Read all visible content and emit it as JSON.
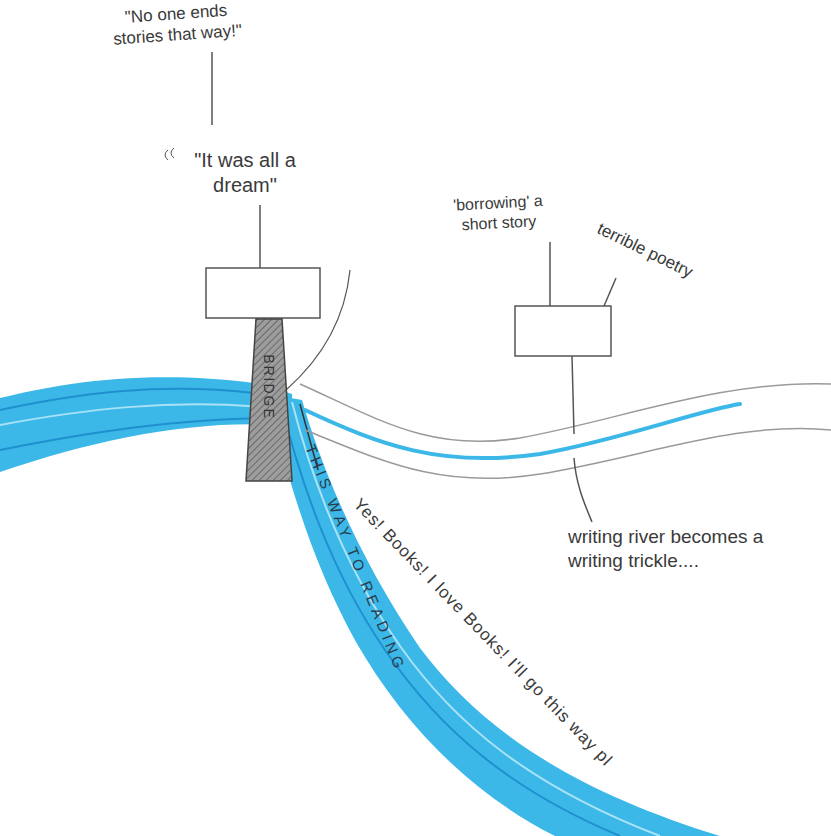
{
  "diagram": {
    "nodes": [
      {
        "text": [
          "BRIDGE"
        ]
      }
    ],
    "labels": [
      "\"No one ends stories that way!\"",
      "\"It was all a dream\"",
      "'borrowing' a short story",
      "terrible poetry",
      "writing river becomes a writing trickle....",
      "THIS WAY TO READING",
      "Yes! Books! I love Books! I'll go this way pl"
    ]
  }
}
